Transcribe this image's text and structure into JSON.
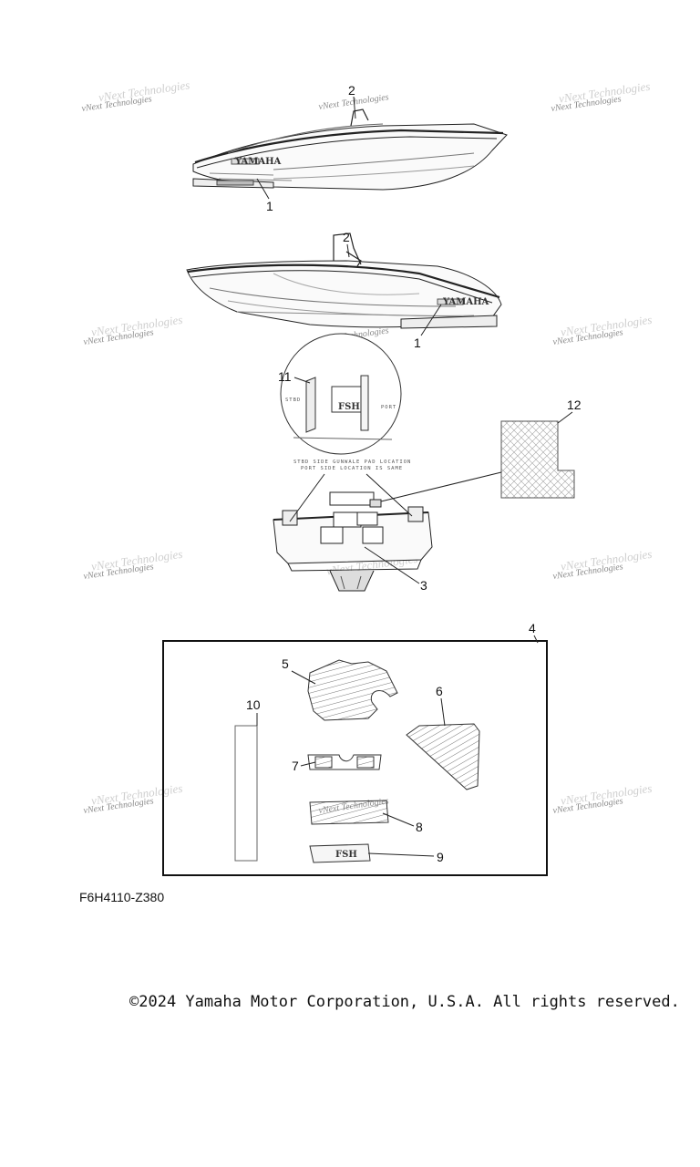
{
  "watermark": {
    "text": "vNext Technologies"
  },
  "callouts": {
    "c1_top": "1",
    "c2_top": "2",
    "c2_mid": "2",
    "c1_mid": "1",
    "c11": "11",
    "c12": "12",
    "c3": "3",
    "c4": "4",
    "c5": "5",
    "c6": "6",
    "c7": "7",
    "c8": "8",
    "c9": "9",
    "c10": "10"
  },
  "detail_text": {
    "left_mark": "STBD",
    "right_mark": "PORT",
    "gunwale_line1": "STBD SIDE GUNWALE PAD LOCATION",
    "gunwale_line2": "PORT SIDE LOCATION IS SAME"
  },
  "pad_label": "FSH",
  "hull_badge": "YAMAHA",
  "figure_code": "F6H4110-Z380",
  "copyright": "©2024 Yamaha Motor Corporation, U.S.A. All rights reserved."
}
